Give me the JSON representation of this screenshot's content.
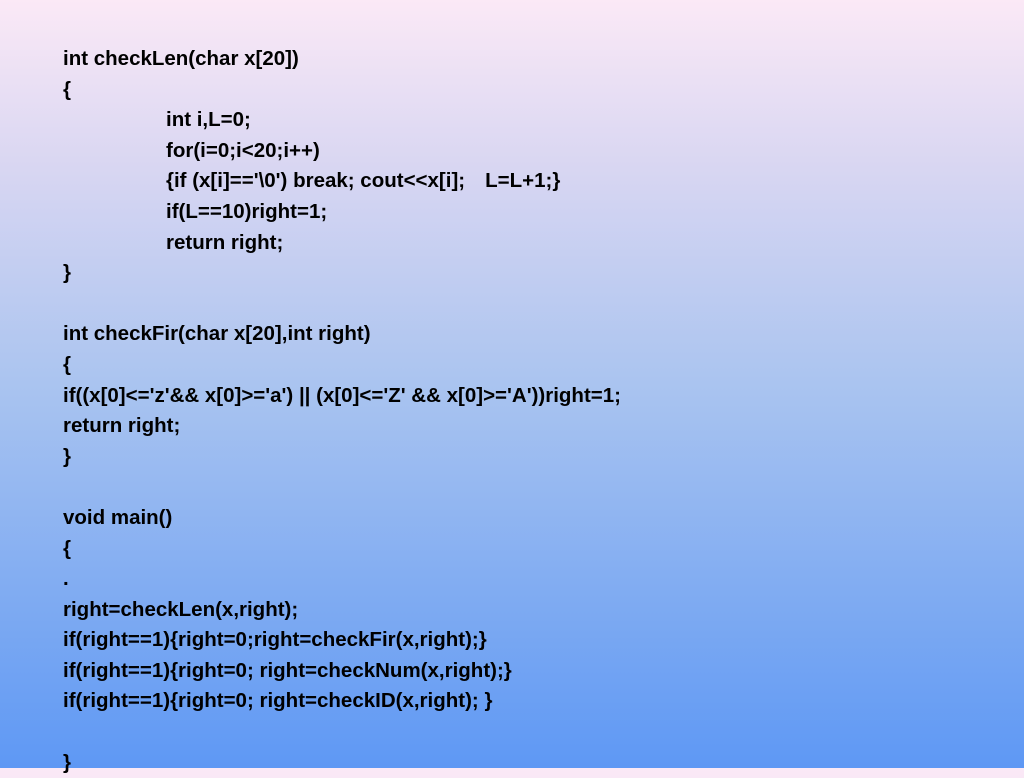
{
  "slide": {
    "code_lines": [
      "int checkLen(char x[20])",
      "{",
      "int i,L=0;",
      "for(i=0;i<20;i++)",
      "{if (x[i]=='\\0') break; cout<<x[i];",
      "L=L+1;}",
      "if(L==10)right=1;",
      "return right;",
      "}",
      "",
      "int checkFir(char x[20],int right)",
      "{",
      "if((x[0]<='z'&& x[0]>='a') || (x[0]<='Z' && x[0]>='A'))right=1;",
      "return right;",
      "}",
      "",
      "void main()",
      "{",
      ".",
      "right=checkLen(x,right);",
      "if(right==1){right=0;right=checkFir(x,right);}",
      "if(right==1){right=0; right=checkNum(x,right);}",
      "if(right==1){right=0; right=checkID(x,right); }",
      "",
      "}"
    ]
  }
}
